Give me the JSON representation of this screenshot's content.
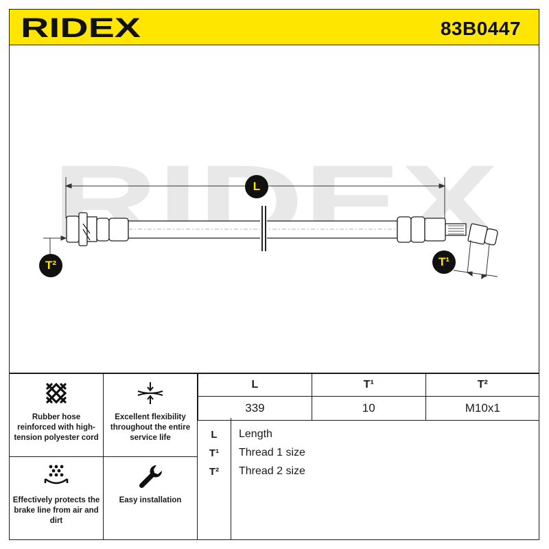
{
  "header": {
    "brand": "RIDEX",
    "part_number": "83B0447"
  },
  "drawing": {
    "watermark": "RIDEX",
    "dimension_L_label": "L",
    "thread1_label": "T¹",
    "thread2_label": "T²"
  },
  "features": [
    {
      "icon": "mesh-icon",
      "text": "Rubber hose reinforced with high-tension polyester cord"
    },
    {
      "icon": "flex-arrows-icon",
      "text": "Excellent flexibility throughout the entire service life"
    },
    {
      "icon": "shield-dots-icon",
      "text": "Effectively protects the brake line from air and dirt"
    },
    {
      "icon": "wrench-icon",
      "text": "Easy installation"
    }
  ],
  "specs": {
    "headers": [
      "L",
      "T¹",
      "T²"
    ],
    "values": [
      "339",
      "10",
      "M10x1"
    ]
  },
  "legend": [
    {
      "key": "L",
      "label": "Length"
    },
    {
      "key": "T¹",
      "label": "Thread 1 size"
    },
    {
      "key": "T²",
      "label": "Thread 2 size"
    }
  ],
  "colors": {
    "brand_yellow": "#ffe600",
    "ink": "#1a1a1a",
    "watermark": "#e6e6e6"
  }
}
